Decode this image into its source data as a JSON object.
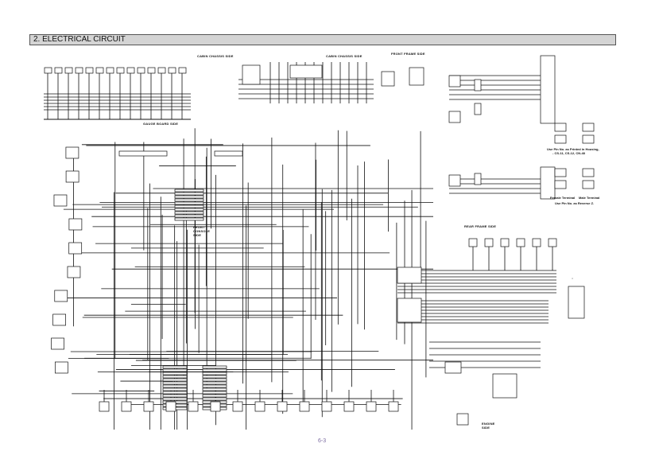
{
  "header": {
    "title": "2. ELECTRICAL CIRCUIT"
  },
  "diagram": {
    "labels": {
      "cabin_chassis_side_1": "CABIN CHASSIS SIDE",
      "cabin_chassis_side_2": "CABIN CHASSIS SIDE",
      "front_frame_side": "FRONT FRAME SIDE",
      "gauge_board_side": "GAUGE BOARD SIDE",
      "front_console_side": "FRONT CONSOLE SIDE",
      "rear_frame_side": "REAR FRAME SIDE",
      "engine_side": "ENGINE SIDE"
    },
    "notes": {
      "pin_printed_1": "Use Pin No. as Printed in Housing,",
      "pin_printed_2": "- CS-11, CS-12, CN-48",
      "female_terminal": "Female Terminal",
      "male_terminal": "Male Terminal",
      "pin_reverse": "Use Pin No. as Reverse Z."
    }
  },
  "footer": {
    "page_number": "6-3"
  }
}
